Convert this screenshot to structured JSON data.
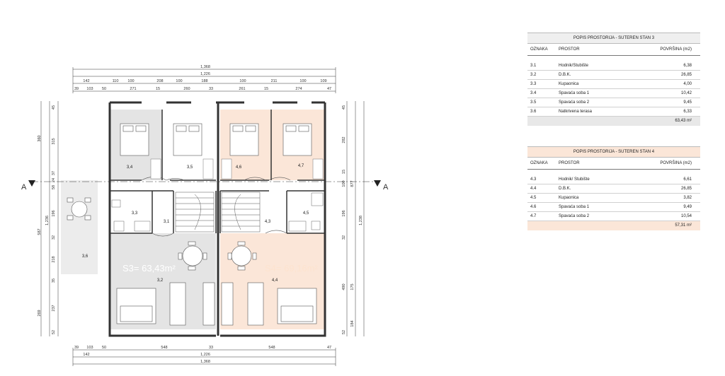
{
  "plan": {
    "overall_width_top": "1,368",
    "inner_width_top": "1,226",
    "top_segments": [
      "142",
      "110",
      "100",
      "208",
      "100",
      "188",
      "100",
      "211",
      "100",
      "109"
    ],
    "top_segments_row2": [
      "39",
      "103",
      "50",
      "271",
      "15",
      "260",
      "33",
      "261",
      "15",
      "274",
      "47"
    ],
    "bottom_segments": [
      "39",
      "103",
      "50",
      "548",
      "33",
      "548",
      "47"
    ],
    "bottom_inner": "1,226",
    "bottom_overall": "1,368",
    "left_dims": [
      "360",
      "315",
      "45",
      "37",
      "24",
      "58",
      "196",
      "587",
      "1,236",
      "32",
      "218",
      "35",
      "269",
      "237",
      "52"
    ],
    "right_dims": [
      "282",
      "45",
      "15",
      "100",
      "877",
      "196",
      "32",
      "1,238",
      "490",
      "175",
      "184",
      "52"
    ],
    "section_label": "A",
    "rooms": {
      "r34": "3,4",
      "r35": "3,5",
      "r46": "4,6",
      "r47": "4,7",
      "r33": "3,3",
      "r31": "3,1",
      "r43": "4,3",
      "r45": "4,5",
      "r36": "3,6",
      "r32": "3,2",
      "r44": "4,4"
    },
    "unit_s3": "S3= 63,43m²",
    "unit_s4": "S4= 69,16m²"
  },
  "table3": {
    "title": "POPIS PROSTORIJA - SUTEREN STAN 3",
    "col_oznaka": "OZNAKA",
    "col_prostor": "PROSTOR",
    "col_povrsina": "POVRŠINA (m2)",
    "rows": [
      {
        "oznaka": "3.1",
        "prostor": "Hodnik/Stubište",
        "povrsina": "6,38"
      },
      {
        "oznaka": "3.2",
        "prostor": "D.B.K.",
        "povrsina": "26,85"
      },
      {
        "oznaka": "3.3",
        "prostor": "Kupaonica",
        "povrsina": "4,00"
      },
      {
        "oznaka": "3.4",
        "prostor": "Spavaća soba 1",
        "povrsina": "10,42"
      },
      {
        "oznaka": "3.5",
        "prostor": "Spavaća soba 2",
        "povrsina": "9,45"
      },
      {
        "oznaka": "3.6",
        "prostor": "Natkrivena terasa",
        "povrsina": "6,33"
      }
    ],
    "total": "63,43 m²"
  },
  "table4": {
    "title": "POPIS PROSTORIJA - SUTEREN STAN 4",
    "col_oznaka": "OZNAKA",
    "col_prostor": "PROSTOR",
    "col_povrsina": "POVRŠINA (m2)",
    "rows": [
      {
        "oznaka": "4.3",
        "prostor": "Hodnik/ Stubište",
        "povrsina": "6,61"
      },
      {
        "oznaka": "4.4",
        "prostor": "D.B.K.",
        "povrsina": "26,85"
      },
      {
        "oznaka": "4.5",
        "prostor": "Kupaonica",
        "povrsina": "3,82"
      },
      {
        "oznaka": "4.6",
        "prostor": "Spavaća soba 1",
        "povrsina": "9,49"
      },
      {
        "oznaka": "4.7",
        "prostor": "Spavaća soba 2",
        "povrsina": "10,54"
      }
    ],
    "total": "57,31 m²"
  },
  "colors": {
    "unit3_fill": "#e4e4e4",
    "unit4_fill": "#fbe6d8",
    "wall": "#333333",
    "label_s3": "#ffffff",
    "label_s4": "#fde3cf"
  }
}
